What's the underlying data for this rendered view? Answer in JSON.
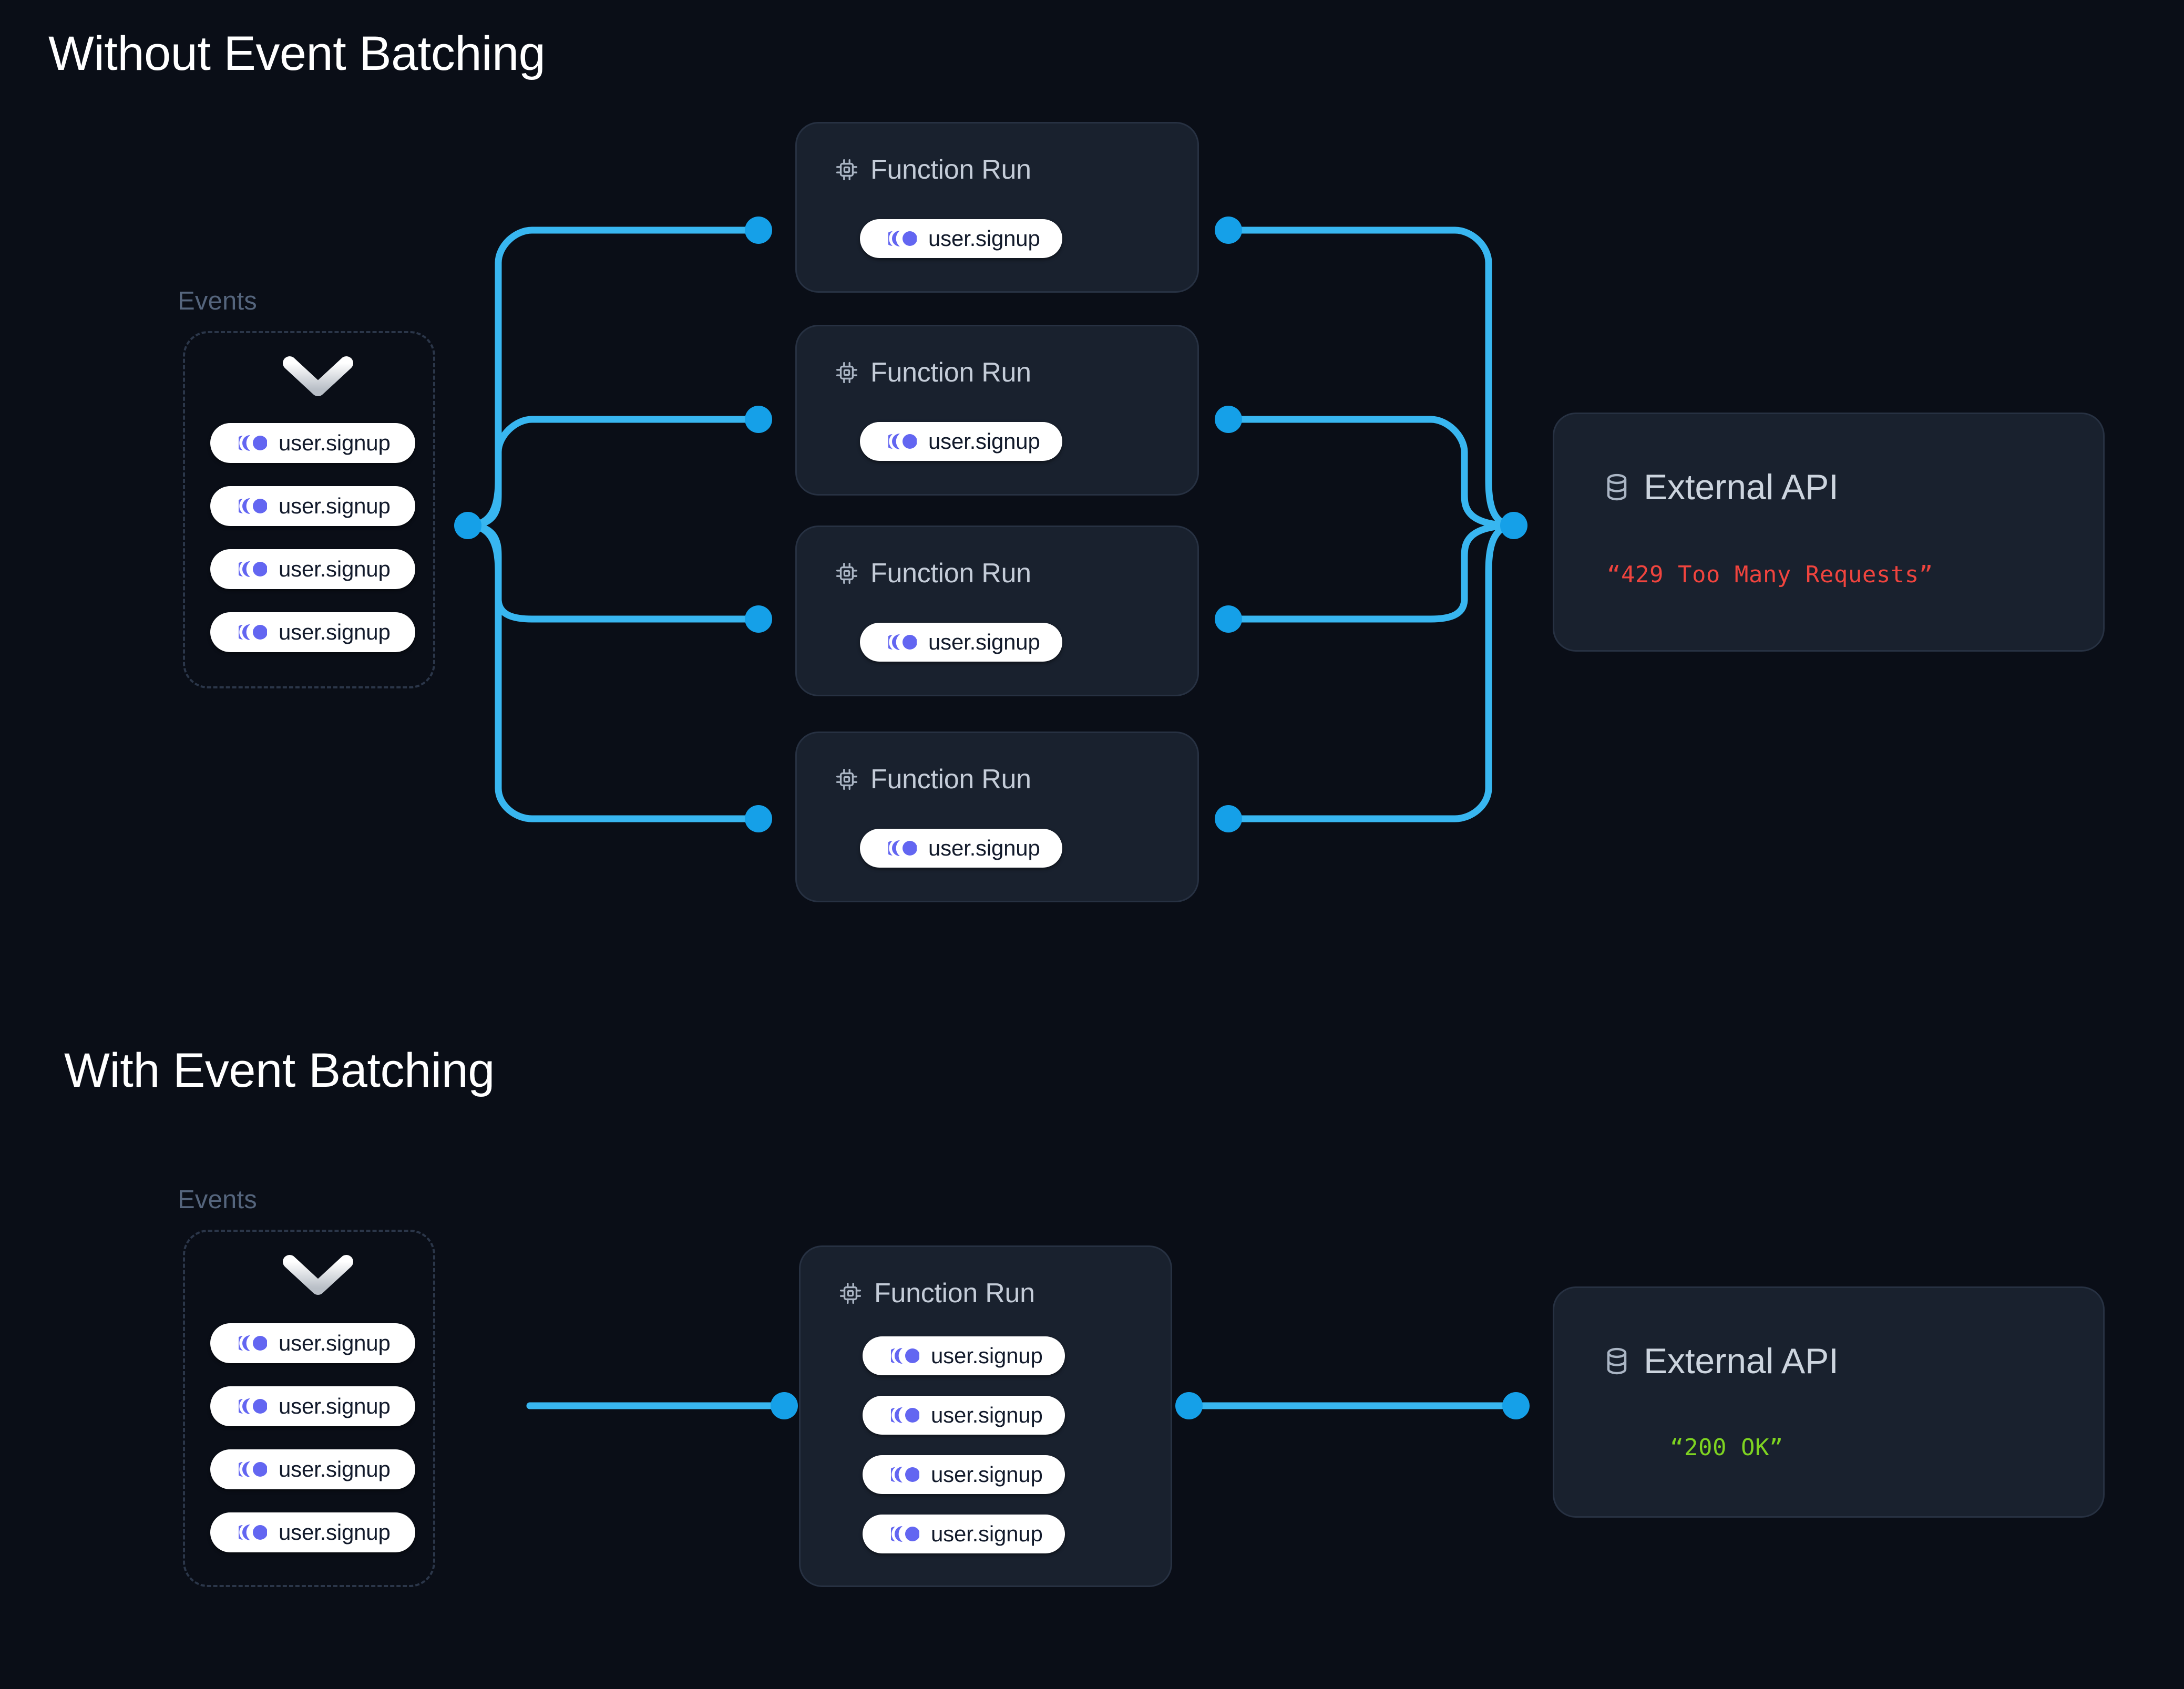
{
  "page": {
    "background": "#0a0e17",
    "accent_line": "#38b6f0",
    "accent_dot": "#15a0e8",
    "event_icon_color": "#6366f1",
    "error_color": "#f0443e",
    "success_color": "#7ed321"
  },
  "sections": [
    {
      "id": "without",
      "title": "Without Event Batching",
      "events": {
        "label": "Events",
        "chevron_icon": "chevron-down-icon",
        "pills": [
          {
            "icon": "event-motion-icon",
            "label": "user.signup"
          },
          {
            "icon": "event-motion-icon",
            "label": "user.signup"
          },
          {
            "icon": "event-motion-icon",
            "label": "user.signup"
          },
          {
            "icon": "event-motion-icon",
            "label": "user.signup"
          }
        ]
      },
      "function_runs": [
        {
          "icon": "cpu-chip-icon",
          "title": "Function Run",
          "pills": [
            {
              "label": "user.signup"
            }
          ]
        },
        {
          "icon": "cpu-chip-icon",
          "title": "Function Run",
          "pills": [
            {
              "label": "user.signup"
            }
          ]
        },
        {
          "icon": "cpu-chip-icon",
          "title": "Function Run",
          "pills": [
            {
              "label": "user.signup"
            }
          ]
        },
        {
          "icon": "cpu-chip-icon",
          "title": "Function Run",
          "pills": [
            {
              "label": "user.signup"
            }
          ]
        }
      ],
      "api": {
        "icon": "database-icon",
        "title": "External API",
        "status": "“429 Too Many Requests”",
        "status_color": "#f0443e"
      }
    },
    {
      "id": "with",
      "title": "With Event Batching",
      "events": {
        "label": "Events",
        "chevron_icon": "chevron-down-icon",
        "pills": [
          {
            "icon": "event-motion-icon",
            "label": "user.signup"
          },
          {
            "icon": "event-motion-icon",
            "label": "user.signup"
          },
          {
            "icon": "event-motion-icon",
            "label": "user.signup"
          },
          {
            "icon": "event-motion-icon",
            "label": "user.signup"
          }
        ]
      },
      "function_runs": [
        {
          "icon": "cpu-chip-icon",
          "title": "Function Run",
          "pills": [
            {
              "label": "user.signup"
            },
            {
              "label": "user.signup"
            },
            {
              "label": "user.signup"
            },
            {
              "label": "user.signup"
            }
          ]
        }
      ],
      "api": {
        "icon": "database-icon",
        "title": "External API",
        "status": "“200 OK”",
        "status_color": "#7ed321"
      }
    }
  ]
}
